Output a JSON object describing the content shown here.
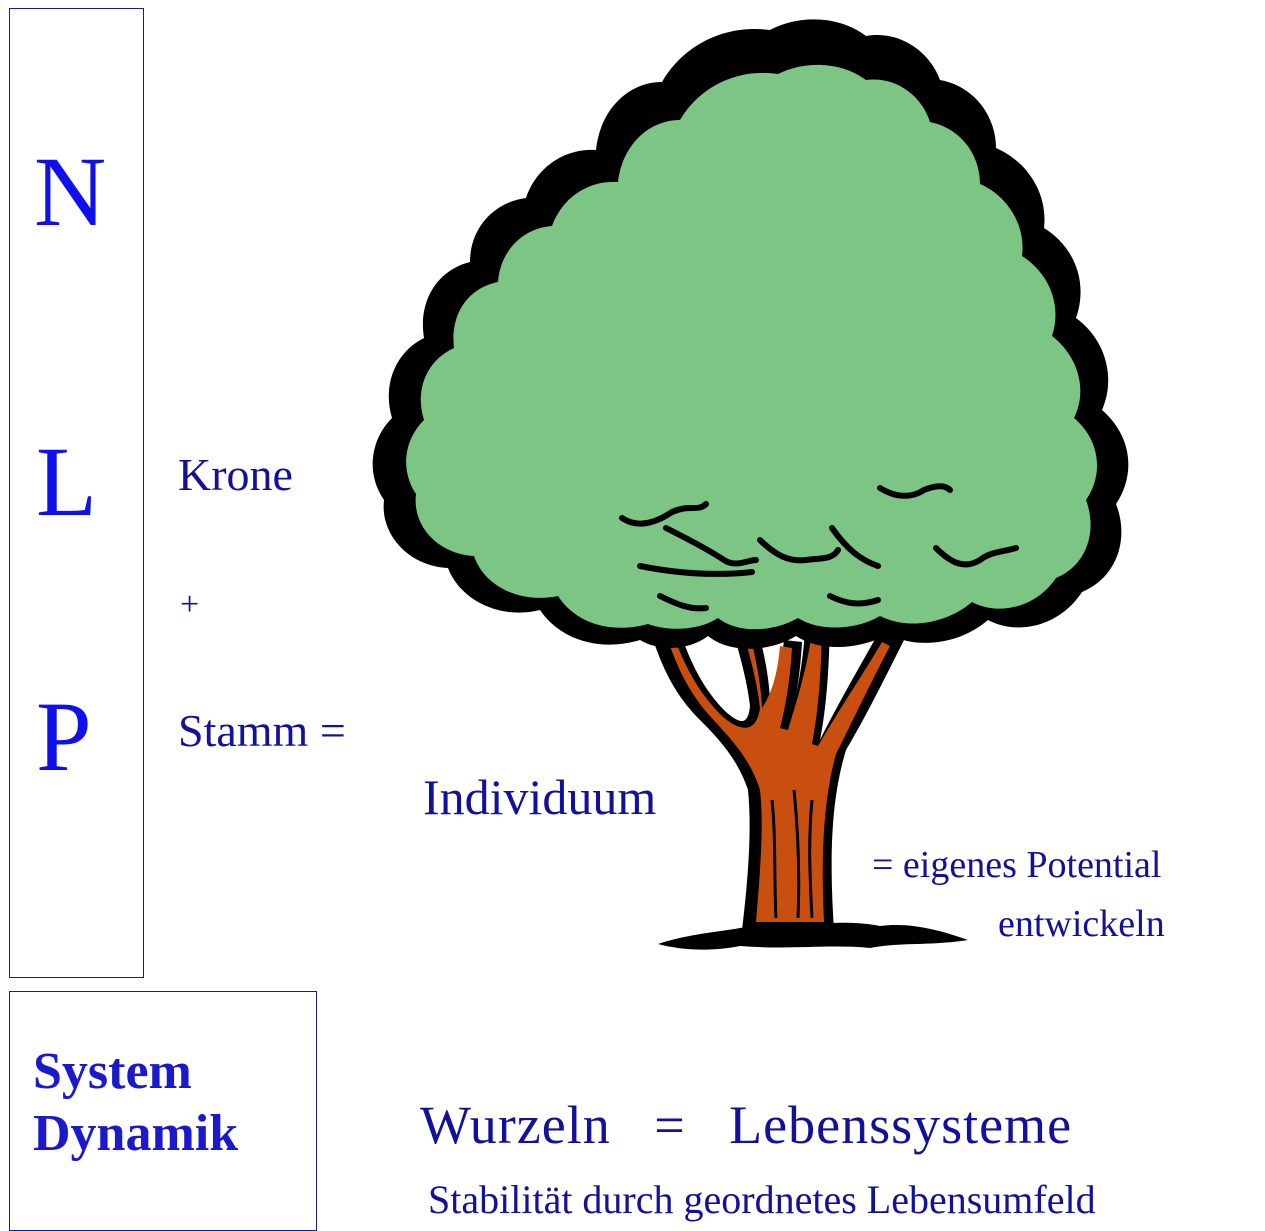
{
  "nlp": {
    "letter_n": "N",
    "letter_l": "L",
    "letter_p": "P"
  },
  "system_dynamik": {
    "line1": "System",
    "line2": "Dynamik"
  },
  "labels": {
    "krone": "Krone",
    "plus": "+",
    "stamm": "Stamm =",
    "individuum": "Individuum",
    "potential_line1": "= eigenes Potential",
    "potential_line2": "entwickeln",
    "wurzeln": "Wurzeln   =   Lebenssysteme",
    "stabilitaet": "Stabilität durch geordnetes Lebensumfeld"
  },
  "colors": {
    "text_blue": "#111199",
    "letter_blue": "#1010ee",
    "crown_green": "#7dc585",
    "trunk_orange": "#c84f10",
    "outline": "#000000"
  },
  "icons": {
    "tree": "tree-icon"
  }
}
